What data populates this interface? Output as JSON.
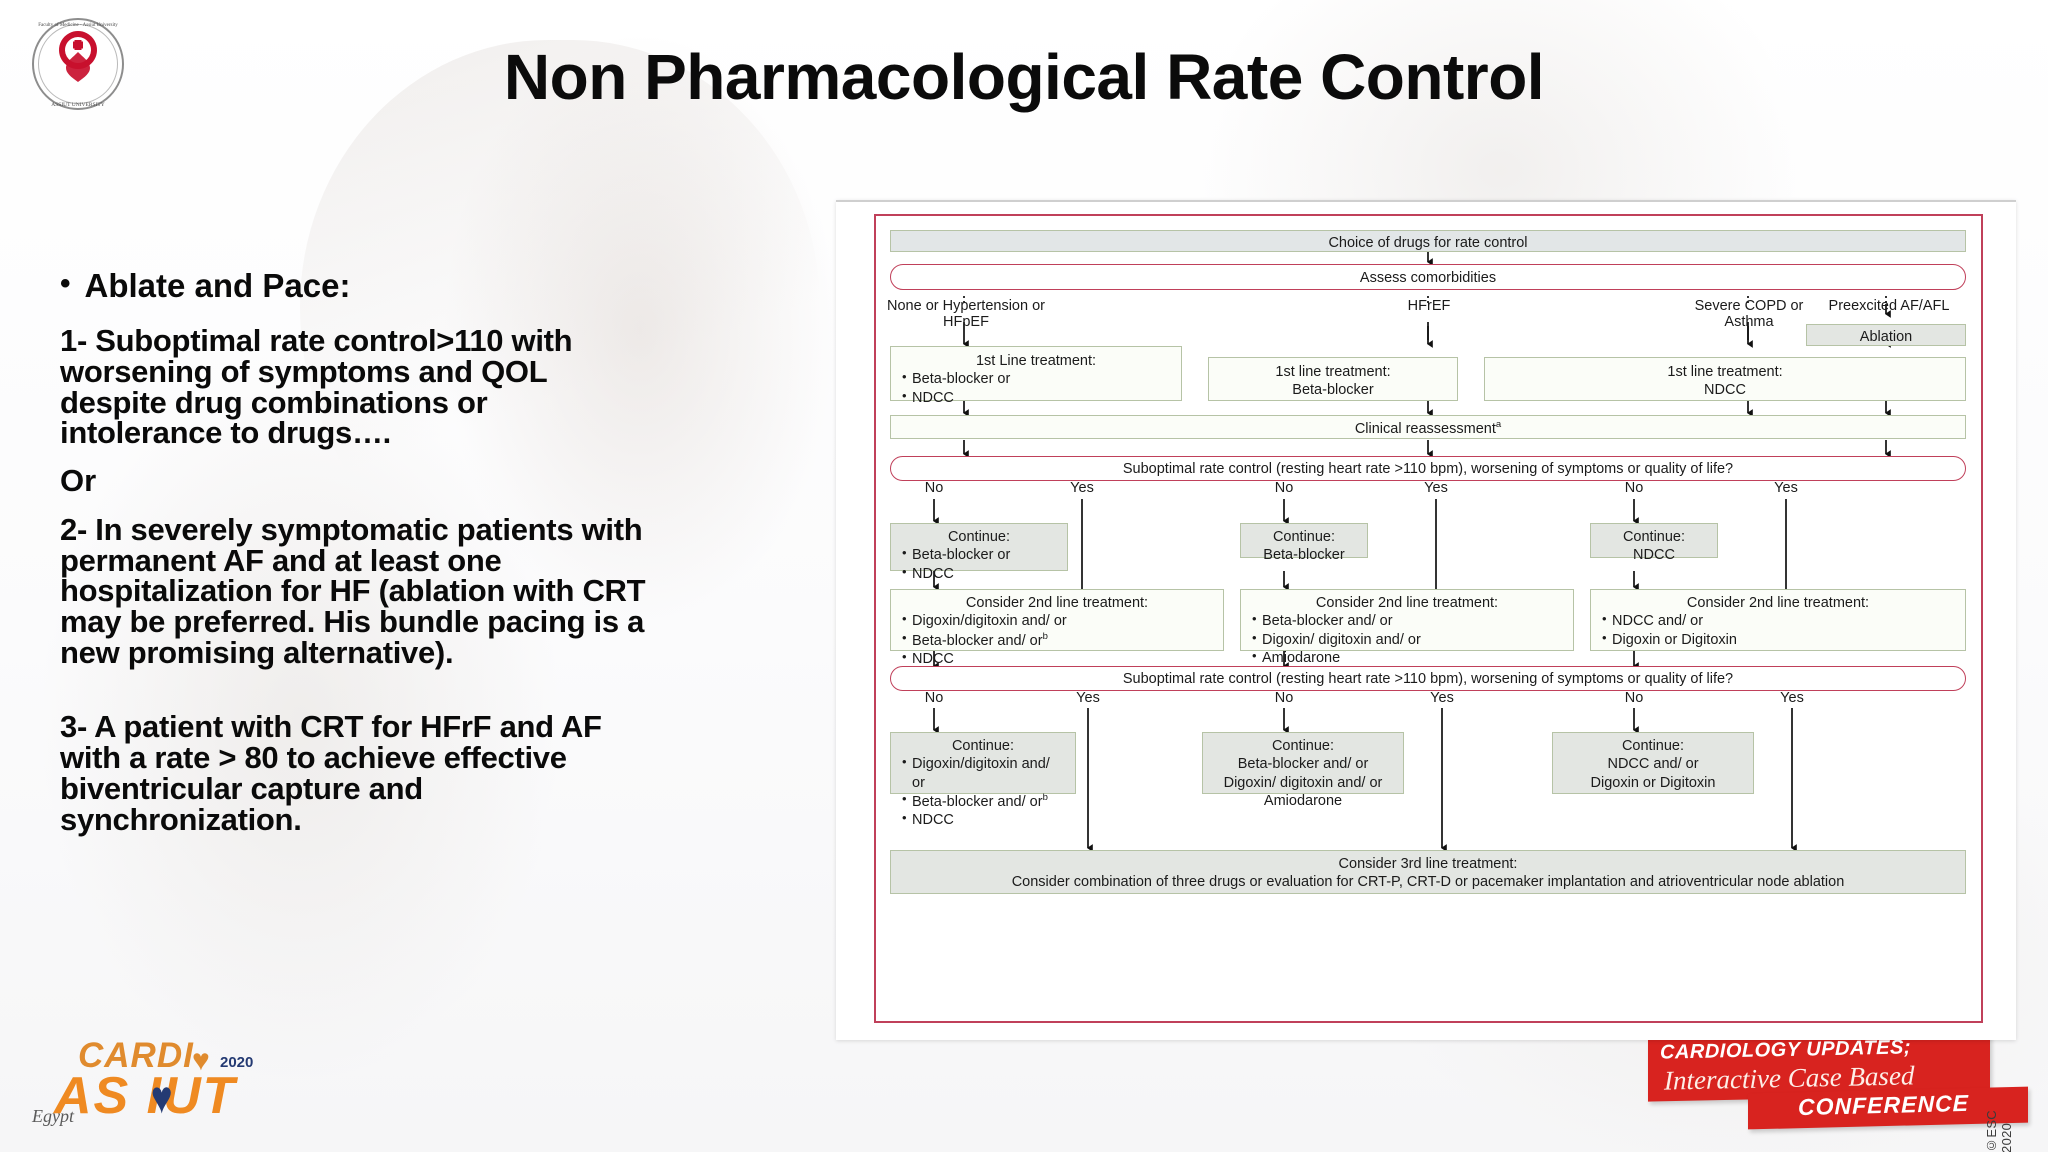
{
  "slide": {
    "title": "Non Pharmacological Rate Control",
    "logo_alt": "faculty-of-medicine-assiut-university-crest"
  },
  "left_panel": {
    "heading_bullet": "•",
    "heading": "Ablate and Pace:",
    "item1": "1- Suboptimal rate control>110 with worsening of symptoms and QOL despite drug combinations or intolerance to drugs….",
    "or": "Or",
    "item2": "2- In severely symptomatic patients with permanent AF and at least one hospitalization for HF (ablation with CRT may be preferred. His bundle pacing is a new promising alternative).",
    "item3": "3- A patient with CRT for HFrF and AF with a rate > 80 to achieve effective biventricular capture and synchronization."
  },
  "cardi_logo": {
    "line1": "CARDI",
    "line2": "AS IUT",
    "year": "2020",
    "country": "Egypt"
  },
  "conference_banner": {
    "line1": "CARDIOLOGY UPDATES;",
    "line2": "Interactive Case Based",
    "line3": "CONFERENCE"
  },
  "flowchart": {
    "credit": "©ESC 2020",
    "top": "Choice of drugs for rate control",
    "assess": "Assess comorbidities",
    "branches": [
      "None or Hypertension or HFpEF",
      "HFrEF",
      "Severe COPD or Asthma",
      "Preexcited AF/AFL"
    ],
    "ablation": "Ablation",
    "first_line": [
      {
        "header": "1st Line treatment:",
        "items": [
          "Beta-blocker or",
          "NDCC"
        ]
      },
      {
        "header": "1st line treatment:",
        "items": [
          "Beta-blocker"
        ]
      },
      {
        "header": "1st line treatment:",
        "items": [
          "NDCC"
        ]
      }
    ],
    "clinical_reassessment": "Clinical reassessment",
    "clinical_reassessment_sup": "a",
    "suboptimal_1": "Suboptimal rate control (resting heart rate >110 bpm), worsening of symptoms or quality of life?",
    "suboptimal_2": "Suboptimal rate control (resting heart rate >110 bpm), worsening of symptoms or quality of life?",
    "yes_no_row_1": [
      "No",
      "Yes",
      "No",
      "Yes",
      "No",
      "Yes"
    ],
    "yes_no_row_2": [
      "No",
      "Yes",
      "No",
      "Yes",
      "No",
      "Yes"
    ],
    "continue_row_1": [
      {
        "header": "Continue:",
        "items": [
          "Beta-blocker or",
          "NDCC"
        ]
      },
      {
        "header": "Continue:",
        "items": [
          "Beta-blocker"
        ]
      },
      {
        "header": "Continue:",
        "items": [
          "NDCC"
        ]
      }
    ],
    "second_line": [
      {
        "header": "Consider 2nd line treatment:",
        "items": [
          "Digoxin/digitoxin and/ or",
          "Beta-blocker and/ or",
          "NDCC"
        ],
        "sup_index": 1,
        "sup": "b"
      },
      {
        "header": "Consider 2nd line treatment:",
        "items": [
          "Beta-blocker and/ or",
          "Digoxin/ digitoxin and/ or",
          "Amiodarone"
        ]
      },
      {
        "header": "Consider 2nd line treatment:",
        "items": [
          "NDCC and/ or",
          "Digoxin or Digitoxin"
        ]
      }
    ],
    "continue_row_2": [
      {
        "header": "Continue:",
        "items": [
          "Digoxin/digitoxin and/ or",
          "Beta-blocker and/ or",
          "NDCC"
        ],
        "sup_index": 1,
        "sup": "b"
      },
      {
        "header": "Continue:",
        "items": [
          "Beta-blocker and/ or",
          "Digoxin/ digitoxin and/ or",
          "Amiodarone"
        ]
      },
      {
        "header": "Continue:",
        "items": [
          "NDCC and/ or",
          "Digoxin or Digitoxin"
        ]
      }
    ],
    "third_line_header": "Consider 3rd line treatment:",
    "third_line_body": "Consider combination of three drugs or evaluation for CRT-P, CRT-D or pacemaker implantation and atrioventricular node ablation"
  }
}
